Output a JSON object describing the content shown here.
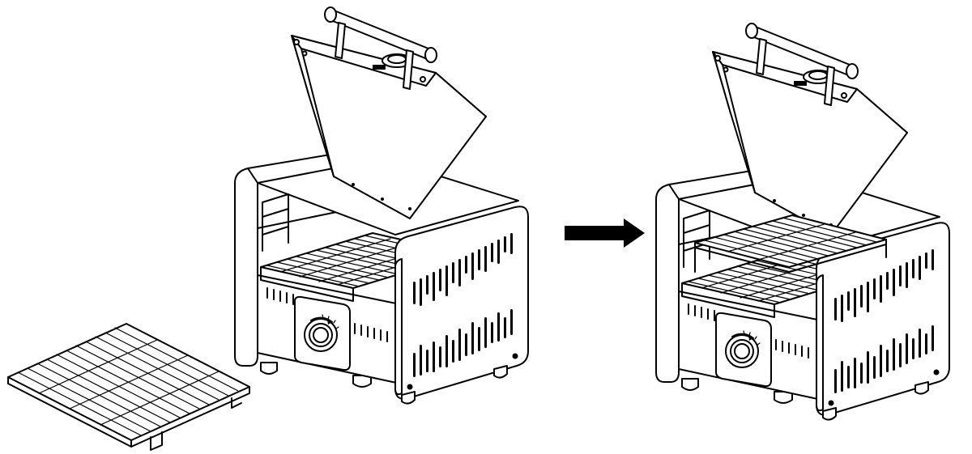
{
  "diagram": {
    "kind": "assembly-instruction",
    "steps": [
      {
        "id": "before",
        "label": "",
        "state": "warming rack removed, lying beside grill"
      },
      {
        "id": "after",
        "label": "",
        "state": "warming rack installed inside grill"
      }
    ],
    "arrow": {
      "from": "before",
      "to": "after",
      "color": "#000000"
    },
    "line_color": "#000000",
    "background": "#ffffff"
  }
}
